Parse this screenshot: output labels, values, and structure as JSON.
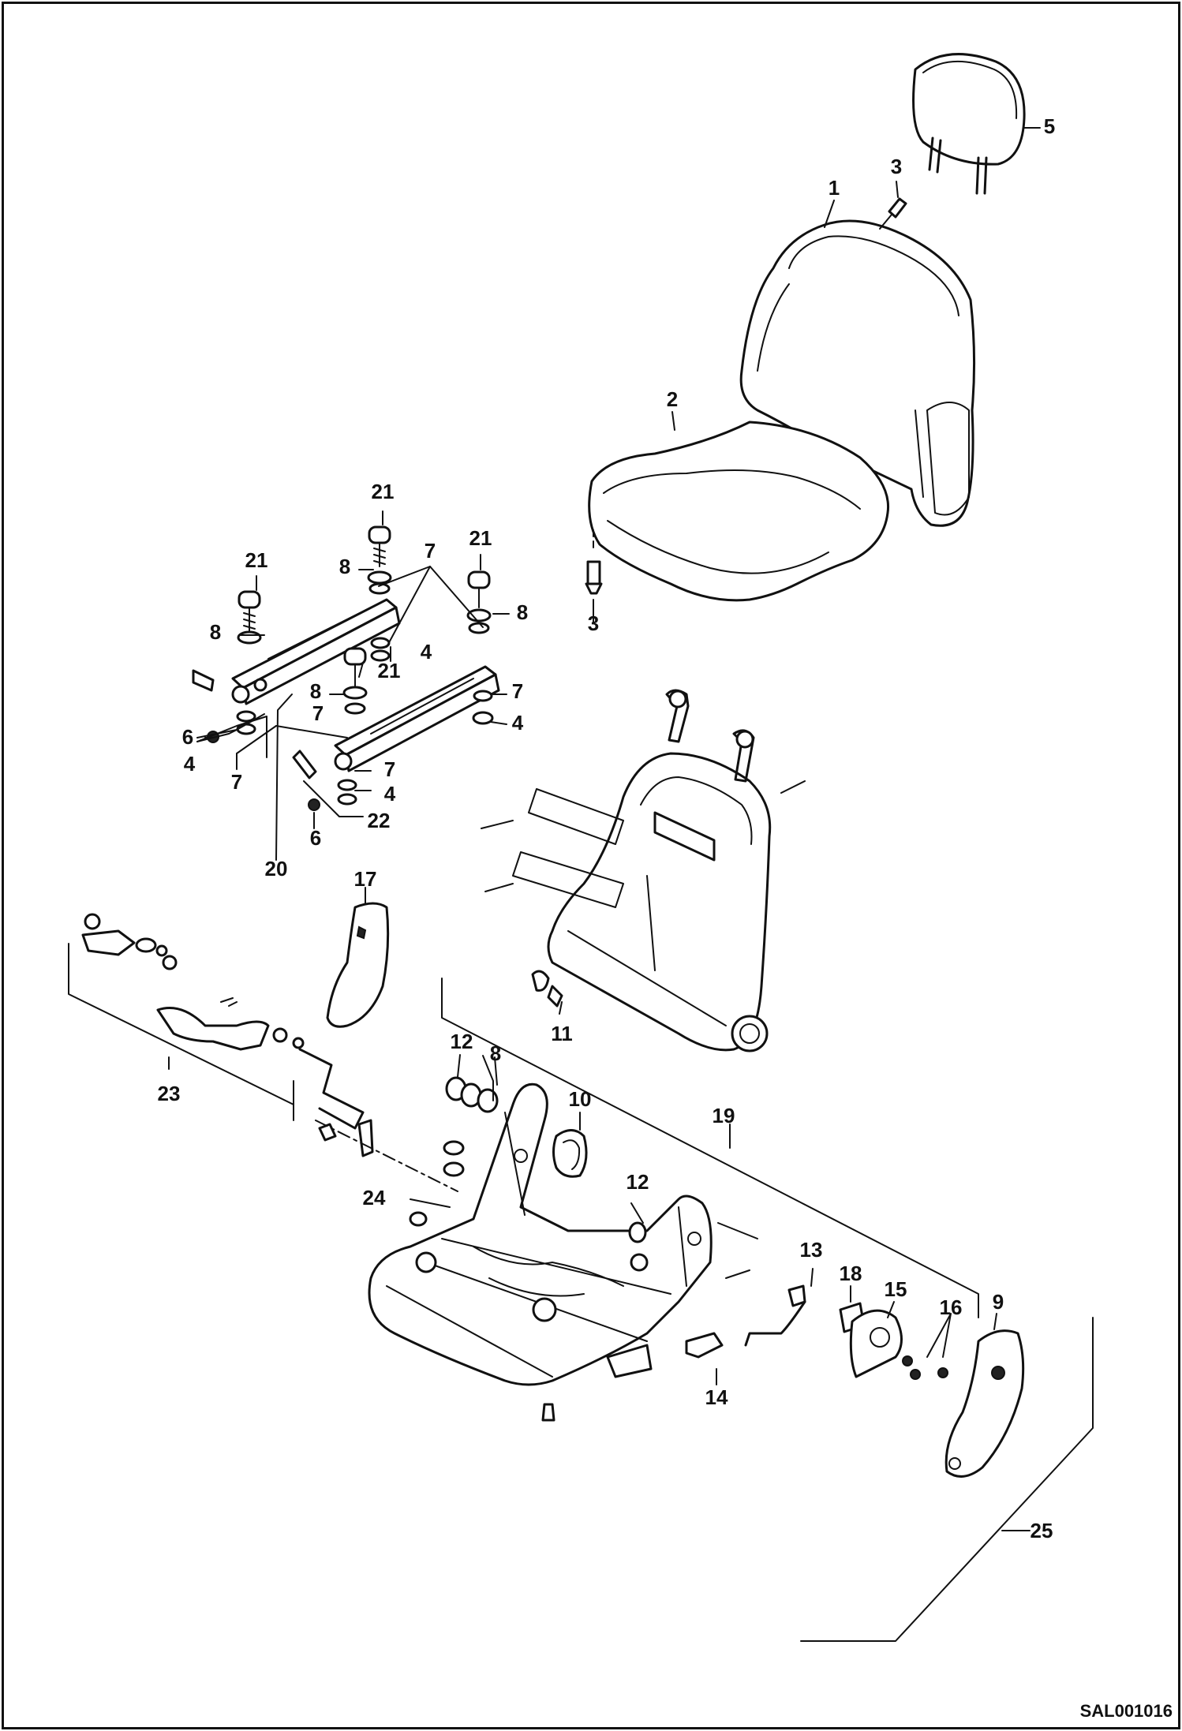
{
  "diagram": {
    "drawing_code": "SAL001016",
    "callouts": [
      "1",
      "2",
      "3",
      "4",
      "5",
      "6",
      "7",
      "8",
      "9",
      "10",
      "11",
      "12",
      "13",
      "14",
      "15",
      "16",
      "17",
      "18",
      "19",
      "20",
      "21",
      "22",
      "23",
      "24",
      "25"
    ]
  },
  "labels": {
    "l1": "1",
    "l2": "2",
    "l3a": "3",
    "l3b": "3",
    "l5": "5",
    "l21a": "21",
    "l21b": "21",
    "l21c": "21",
    "l21d": "21",
    "l7a": "7",
    "l7b": "7",
    "l7c": "7",
    "l7d": "7",
    "l7e": "7",
    "l8a": "8",
    "l8b": "8",
    "l8c": "8",
    "l8d": "8",
    "l8e": "8",
    "l4a": "4",
    "l4b": "4",
    "l4c": "4",
    "l4d": "4",
    "l6a": "6",
    "l6b": "6",
    "l22": "22",
    "l20": "20",
    "l17": "17",
    "l11": "11",
    "l23": "23",
    "l12a": "12",
    "l12b": "12",
    "l10": "10",
    "l19": "19",
    "l24": "24",
    "l13": "13",
    "l18": "18",
    "l15": "15",
    "l16": "16",
    "l9": "9",
    "l14": "14",
    "l25": "25"
  }
}
